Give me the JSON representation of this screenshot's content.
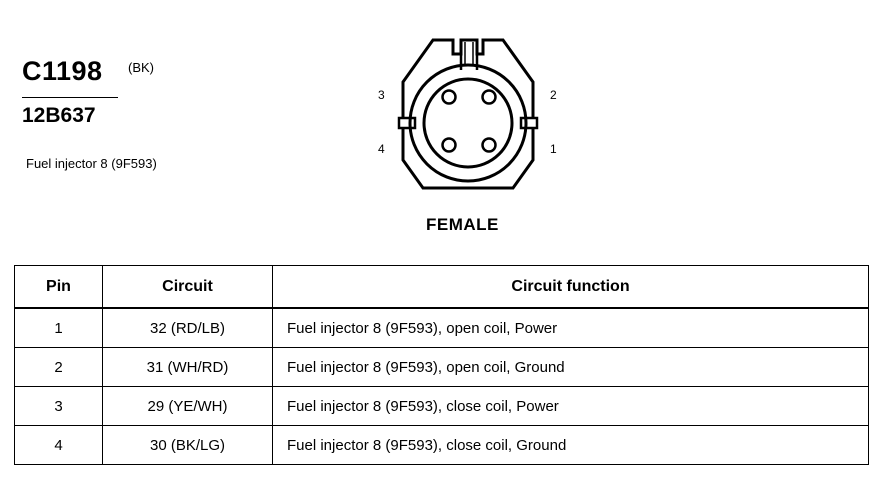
{
  "connector": {
    "id": "C1198",
    "color": "(BK)",
    "part_number": "12B637",
    "description": "Fuel injector 8 (9F593)",
    "view": "FEMALE",
    "pin_numbers": {
      "p1": "1",
      "p2": "2",
      "p3": "3",
      "p4": "4"
    }
  },
  "table": {
    "headers": {
      "pin": "Pin",
      "circuit": "Circuit",
      "function": "Circuit function"
    },
    "rows": [
      {
        "pin": "1",
        "circuit": "32 (RD/LB)",
        "function": "Fuel injector 8 (9F593), open coil, Power"
      },
      {
        "pin": "2",
        "circuit": "31 (WH/RD)",
        "function": "Fuel injector 8 (9F593), open coil, Ground"
      },
      {
        "pin": "3",
        "circuit": "29 (YE/WH)",
        "function": "Fuel injector 8 (9F593), close coil, Power"
      },
      {
        "pin": "4",
        "circuit": "30 (BK/LG)",
        "function": "Fuel injector 8 (9F593), close coil, Ground"
      }
    ]
  }
}
